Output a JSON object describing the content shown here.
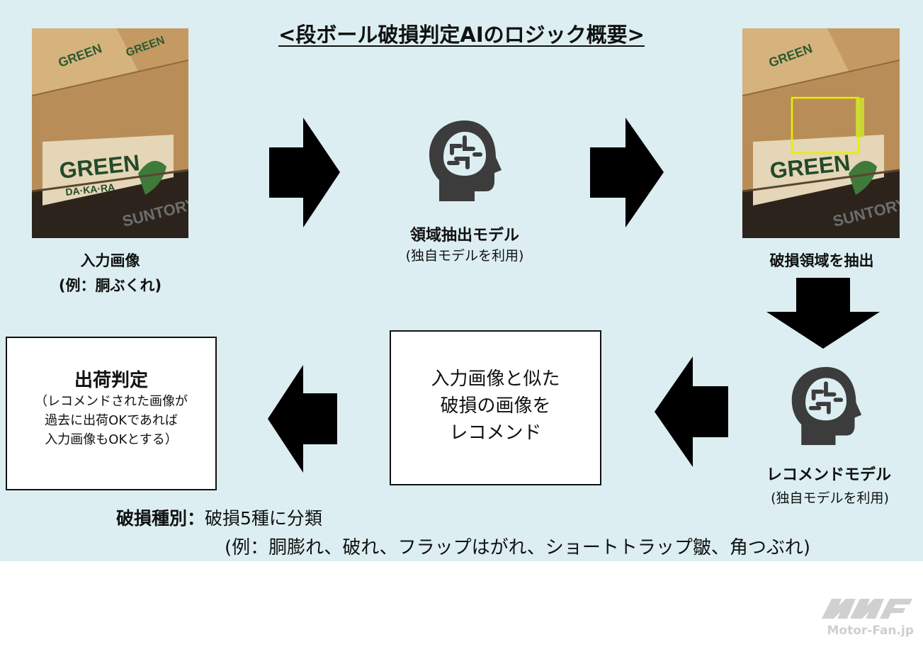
{
  "title": "<段ボール破損判定AIのロジック概要>",
  "input_image": {
    "label": "入力画像",
    "example": "(例：胴ぶくれ)"
  },
  "extraction_model": {
    "label": "領域抽出モデル",
    "note": "(独自モデルを利用)"
  },
  "extracted": {
    "label": "破損領域を抽出"
  },
  "recommend_model": {
    "label": "レコメンドモデル",
    "note": "(独自モデルを利用)"
  },
  "recommend_box": {
    "line1": "入力画像と似た",
    "line2": "破損の画像を",
    "line3": "レコメンド"
  },
  "shipping_box": {
    "title": "出荷判定",
    "line1": "（レコメンドされた画像が",
    "line2": "過去に出荷OKであれば",
    "line3": "入力画像もOKとする）"
  },
  "damage_types": {
    "label": "破損種別：",
    "text": "破損5種に分類",
    "examples": "(例：胴膨れ、破れ、フラップはがれ、ショートトラップ皺、角つぶれ)"
  },
  "box_print": {
    "brand": "GREEN",
    "sub": "DA·KA·RA",
    "maker": "SUNTORY"
  },
  "logo": {
    "text": "Motor-Fan.jp"
  },
  "colors": {
    "panel": "#dceef1",
    "arrow": "#000000",
    "brain": "#3c3c3c",
    "cardboard": "#b68b55",
    "highlight": "#e8f000"
  }
}
